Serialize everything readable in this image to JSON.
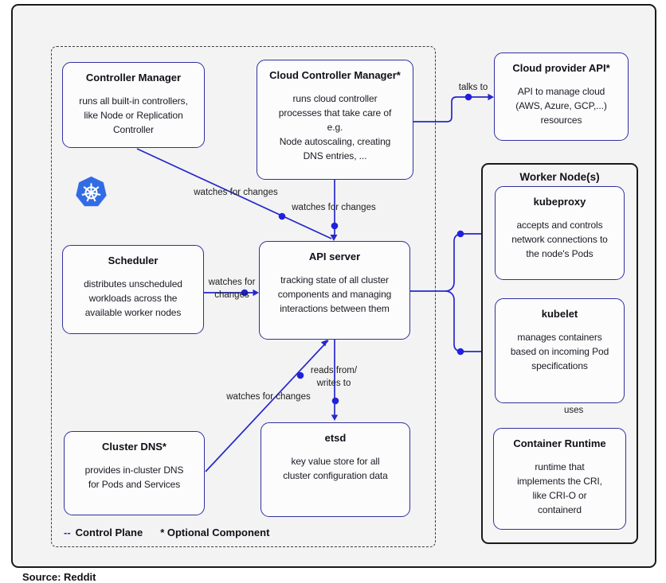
{
  "legend": {
    "dash": "--",
    "control_plane": "Control Plane",
    "optional": "* Optional Component"
  },
  "source_note": "Source: Reddit",
  "worker_node": {
    "title": "Worker Node(s)"
  },
  "boxes": {
    "controller_manager": {
      "title": "Controller Manager",
      "body": "runs all built-in controllers,\nlike Node or Replication\nController"
    },
    "cloud_controller_manager": {
      "title": "Cloud Controller Manager*",
      "body": "runs cloud controller\nprocesses that take care of\ne.g.\nNode autoscaling, creating\nDNS entries, ..."
    },
    "cloud_provider_api": {
      "title": "Cloud provider API*",
      "body": "API to manage cloud\n(AWS, Azure, GCP,...)\nresources"
    },
    "kubeproxy": {
      "title": "kubeproxy",
      "body": "accepts and controls\nnetwork connections to\nthe node's Pods"
    },
    "kubelet": {
      "title": "kubelet",
      "body": "manages containers\nbased on incoming Pod\nspecifications"
    },
    "container_runtime": {
      "title": "Container Runtime",
      "body": "runtime that\nimplements the CRI,\nlike CRI-O or\ncontainerd"
    },
    "scheduler": {
      "title": "Scheduler",
      "body": "distributes unscheduled\nworkloads across the\navailable worker nodes"
    },
    "api_server": {
      "title": "API server",
      "body": "tracking state of all cluster\ncomponents and managing\ninteractions between them"
    },
    "cluster_dns": {
      "title": "Cluster DNS*",
      "body": "provides in-cluster DNS\nfor Pods and Services"
    },
    "etsd": {
      "title": "etsd",
      "body": "key value store for all\ncluster configuration data"
    }
  },
  "labels": {
    "watches_cm": "watches for changes",
    "watches_ccm": "watches for changes",
    "watches_scheduler": "watches for\nchanges",
    "talks_to": "talks to",
    "reads_writes": "reads from/\nwrites to",
    "watches_dns": "watches for changes",
    "uses": "uses"
  },
  "icons": {
    "kubernetes_logo": "kubernetes-helm-wheel"
  },
  "colors": {
    "box_border": "#30309c",
    "line": "#2727cc",
    "dot": "#2020dd",
    "frame": "#1a1a1a",
    "k8s_blue": "#326ce5",
    "background": "#f3f3f4"
  }
}
